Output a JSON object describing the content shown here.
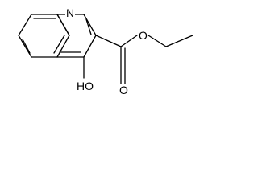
{
  "structure": {
    "labels": {
      "nitrogen": "N",
      "hydroxyl": "HO",
      "ester_oxygen": "O",
      "carbonyl_oxygen": "O"
    },
    "colors": {
      "bond": "#000000",
      "text": "#000000",
      "background": "#ffffff"
    }
  }
}
